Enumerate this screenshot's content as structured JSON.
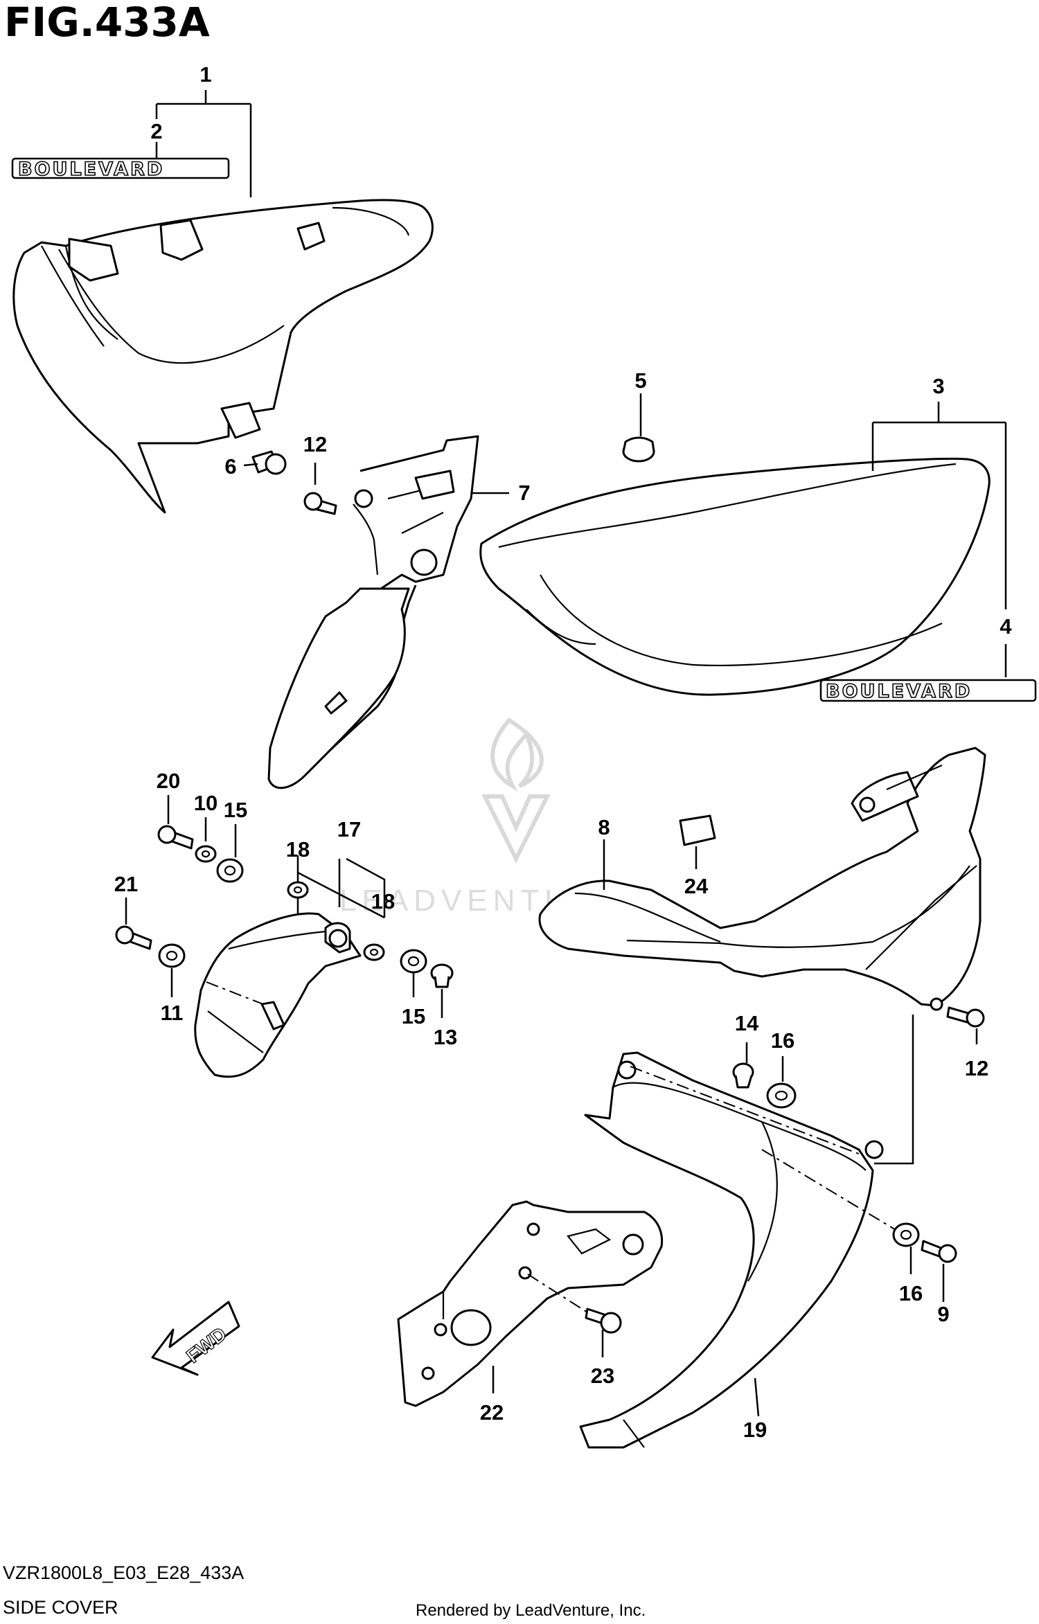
{
  "figure": {
    "title": "FIG.433A",
    "model_code": "VZR1800L8_E03_E28_433A",
    "caption": "SIDE COVER",
    "credit": "Rendered by LeadVenture, Inc.",
    "watermark": "LEADVENTURE"
  },
  "badges": {
    "left": "BOULEVARD",
    "right": "BOULEVARD"
  },
  "fwd_arrow": "FWD",
  "callouts": {
    "c1": "1",
    "c2": "2",
    "c3": "3",
    "c4": "4",
    "c5": "5",
    "c6": "6",
    "c7": "7",
    "c8": "8",
    "c9": "9",
    "c10": "10",
    "c11": "11",
    "c12a": "12",
    "c12b": "12",
    "c13": "13",
    "c14": "14",
    "c15a": "15",
    "c15b": "15",
    "c16a": "16",
    "c16b": "16",
    "c17": "17",
    "c18a": "18",
    "c18b": "18",
    "c19": "19",
    "c20": "20",
    "c21": "21",
    "c22": "22",
    "c23": "23",
    "c24": "24"
  },
  "colors": {
    "line": "#000000",
    "background": "#ffffff",
    "watermark": "#d9d9d9"
  }
}
